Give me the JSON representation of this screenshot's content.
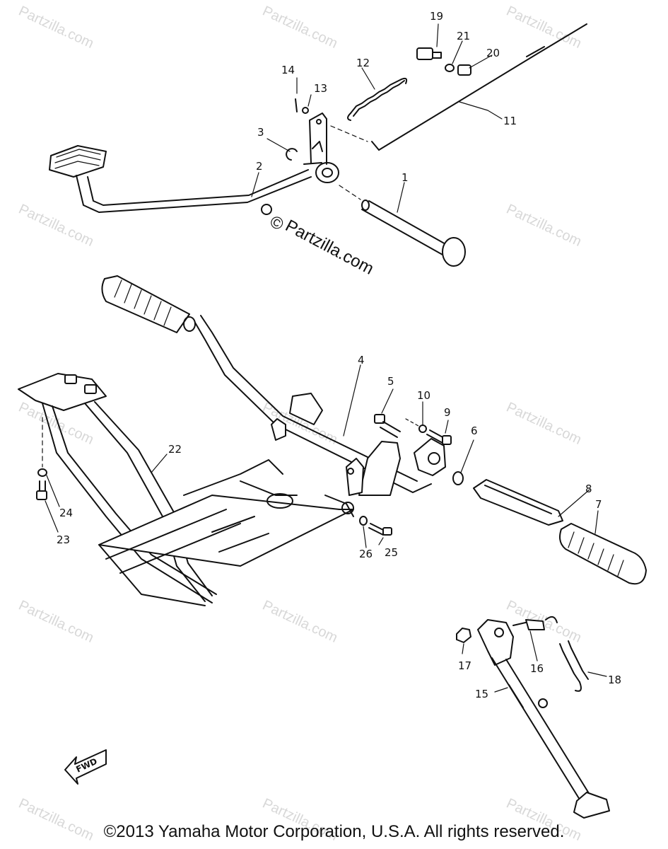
{
  "diagram": {
    "parts": [
      {
        "id": "part-1",
        "label": "1"
      },
      {
        "id": "part-2",
        "label": "2"
      },
      {
        "id": "part-3",
        "label": "3"
      },
      {
        "id": "part-4",
        "label": "4"
      },
      {
        "id": "part-5",
        "label": "5"
      },
      {
        "id": "part-6",
        "label": "6"
      },
      {
        "id": "part-7",
        "label": "7"
      },
      {
        "id": "part-8",
        "label": "8"
      },
      {
        "id": "part-9",
        "label": "9"
      },
      {
        "id": "part-10",
        "label": "10"
      },
      {
        "id": "part-11",
        "label": "11"
      },
      {
        "id": "part-12",
        "label": "12"
      },
      {
        "id": "part-13",
        "label": "13"
      },
      {
        "id": "part-14",
        "label": "14"
      },
      {
        "id": "part-15",
        "label": "15"
      },
      {
        "id": "part-16",
        "label": "16"
      },
      {
        "id": "part-17",
        "label": "17"
      },
      {
        "id": "part-18",
        "label": "18"
      },
      {
        "id": "part-19",
        "label": "19"
      },
      {
        "id": "part-20",
        "label": "20"
      },
      {
        "id": "part-21",
        "label": "21"
      },
      {
        "id": "part-22",
        "label": "22"
      },
      {
        "id": "part-23",
        "label": "23"
      },
      {
        "id": "part-24",
        "label": "24"
      },
      {
        "id": "part-25",
        "label": "25"
      },
      {
        "id": "part-26",
        "label": "26"
      }
    ],
    "fwd_label": "FWD",
    "center_watermark": "Partzilla.com",
    "watermark_text": "Partzilla.com"
  },
  "footer": {
    "copyright": "©2013 Yamaha Motor Corporation, U.S.A. All rights reserved."
  },
  "colors": {
    "ink": "#111111",
    "watermark": "#d8d8d8",
    "background": "#ffffff"
  }
}
